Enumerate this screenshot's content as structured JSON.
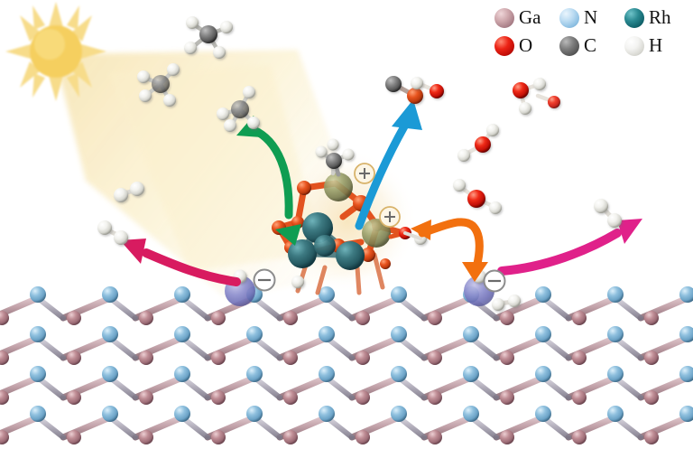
{
  "figure": {
    "type": "scientific-illustration",
    "subject": "Photocatalytic methane conversion with water over Rh-oxide cluster on GaN surface",
    "background_color": "#ffffff"
  },
  "legend": {
    "rows": [
      [
        {
          "label": "Ga",
          "color": "#c49aa2",
          "icon": "sphere-ga"
        },
        {
          "label": "N",
          "color": "#a8cfe8",
          "icon": "sphere-n"
        },
        {
          "label": "Rh",
          "color": "#17707a",
          "icon": "sphere-rh"
        }
      ],
      [
        {
          "label": "O",
          "color": "#e51f11",
          "icon": "sphere-o"
        },
        {
          "label": "C",
          "color": "#6f6f6f",
          "icon": "sphere-c"
        },
        {
          "label": "H",
          "color": "#f0f0ec",
          "icon": "sphere-h"
        }
      ]
    ]
  },
  "light_source": {
    "name": "sun",
    "disc_color": "#f5cf5e",
    "ray_color": "#f7dc8a",
    "ray_count": 12,
    "beam_color": "#faf0d2",
    "beam_label": "sunlight-beam"
  },
  "arrows": [
    {
      "name": "ch4-adsorption-arrow",
      "color": "#0f9d52",
      "double_headed": true,
      "meaning": "CH4 approach and activation"
    },
    {
      "name": "co-desorption-arrow",
      "color": "#1b9ad6",
      "double_headed": false,
      "meaning": "CO product release"
    },
    {
      "name": "water-activation-arrow",
      "color": "#f2700f",
      "double_headed": true,
      "meaning": "H2O supply and dissociation"
    },
    {
      "name": "h2-release-arrow-left",
      "color": "#d81b60",
      "double_headed": false,
      "meaning": "H2 evolution"
    },
    {
      "name": "h2-release-arrow-right",
      "color": "#e0218a",
      "double_headed": false,
      "meaning": "H2 evolution"
    }
  ],
  "charges": [
    {
      "name": "hole-upper",
      "symbol": "+",
      "ring_color": "#d8b36a"
    },
    {
      "name": "hole-lower",
      "symbol": "+",
      "ring_color": "#d8b36a"
    },
    {
      "name": "electron-left",
      "symbol": "−",
      "ring_color": "#8d8d8d"
    },
    {
      "name": "electron-right",
      "symbol": "−",
      "ring_color": "#8d8d8d"
    }
  ],
  "species": {
    "methane": {
      "name": "CH4",
      "count": 3,
      "atoms": "1 C + 4 H"
    },
    "methyl": {
      "name": "CH3",
      "count": 1,
      "atoms": "1 C + 3 H"
    },
    "hydrogen": {
      "name": "H2",
      "count": 4,
      "atoms": "2 H"
    },
    "carbon_monoxide": {
      "name": "CO",
      "count": 1,
      "atoms": "1 C + 1 O"
    },
    "water": {
      "name": "H2O",
      "count": 5,
      "atoms": "1 O + 2 H"
    },
    "hydroxyl": {
      "name": "OH",
      "count": 1,
      "atoms": "1 O + 1 H"
    }
  },
  "catalyst": {
    "name": "Rh oxide cluster",
    "rh_color": "#3d7a82",
    "o_color": "#e2521f",
    "hole_site_color": "#9aa06a",
    "glow_color": "#f6e2b8"
  },
  "substrate": {
    "name": "GaN wurtzite lattice",
    "ga_color": "#c08e96",
    "n_color": "#8fc0de",
    "bond_color": "#9e9aa8",
    "rows": 4,
    "columns": 9,
    "electron_site_color": "#7e7fc4"
  }
}
